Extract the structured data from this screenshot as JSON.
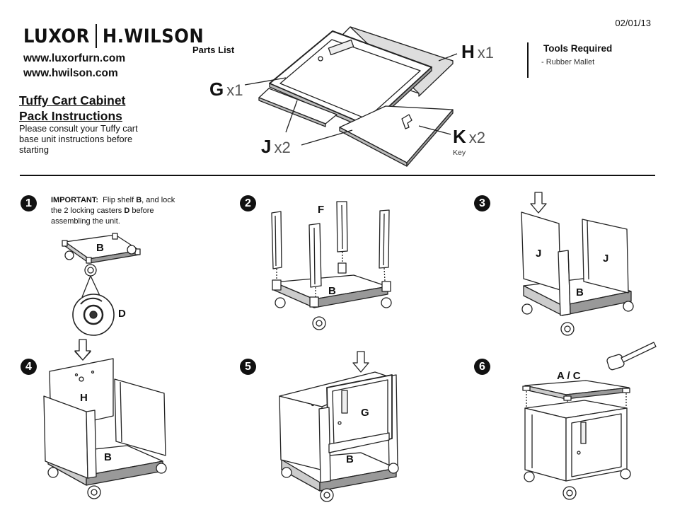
{
  "header": {
    "brand_left": "LUXOR",
    "brand_right": "H.WILSON",
    "url1": "www.luxorfurn.com",
    "url2": "www.hwilson.com",
    "title_line1": "Tuffy Cart Cabinet",
    "title_line2": "Pack Instructions",
    "description": "Please consult your Tuffy cart base unit instructions before starting",
    "date": "02/01/13"
  },
  "parts": {
    "title": "Parts List",
    "items": [
      {
        "letter": "G",
        "qty": "x1"
      },
      {
        "letter": "H",
        "qty": "x1"
      },
      {
        "letter": "J",
        "qty": "x2"
      },
      {
        "letter": "K",
        "qty": "x2"
      }
    ],
    "key_label": "Key"
  },
  "tools": {
    "title": "Tools Required",
    "item": "-  Rubber Mallet"
  },
  "steps": [
    {
      "number": "1"
    },
    {
      "number": "2"
    },
    {
      "number": "3"
    },
    {
      "number": "4"
    },
    {
      "number": "5"
    },
    {
      "number": "6"
    }
  ],
  "step1": {
    "important_label": "IMPORTANT:",
    "text_a": "Flip shelf ",
    "shelf": "B",
    "text_b": ", and lock the 2 locking casters ",
    "caster": "D",
    "text_c": " before assembling the unit."
  },
  "labels": {
    "s1_b": "B",
    "s1_d": "D",
    "s2_f": "F",
    "s2_b": "B",
    "s3_j1": "J",
    "s3_j2": "J",
    "s3_b": "B",
    "s4_h": "H",
    "s4_b": "B",
    "s5_g": "G",
    "s5_b": "B",
    "s6_ac": "A / C"
  }
}
